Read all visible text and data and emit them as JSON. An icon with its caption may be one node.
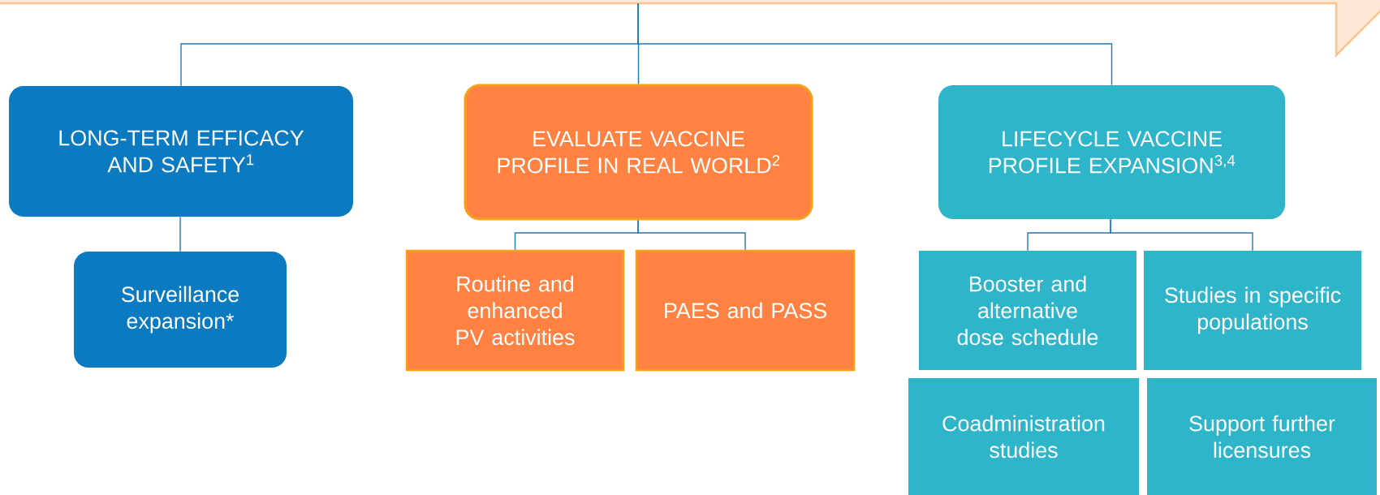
{
  "diagram": {
    "nodes": [
      {
        "text": [],
        "shape": "arrow"
      },
      {
        "text": [
          "LONG-TERM EFFICACY AND SAFETY$^{1}$"
        ]
      },
      {
        "text": [
          "EVALUATE VACCINE PROFILE IN REAL WORLD$^{2}$"
        ]
      },
      {
        "text": [
          "LIFECYCLE VACCINE PROFILE EXPANSION$^{3,4}$"
        ]
      },
      {
        "text": [
          "Surveillance expansion*"
        ]
      },
      {
        "text": [
          "Routine and enhanced PV activities"
        ]
      },
      {
        "text": [
          "PAES and PASS"
        ]
      },
      {
        "text": [
          "Booster and alternative dose schedule"
        ]
      },
      {
        "text": [
          "Studies in specific populations"
        ]
      },
      {
        "text": [
          "Coadministration studies"
        ]
      },
      {
        "text": [
          "Support further licensures"
        ]
      }
    ],
    "edges": [
      {
        "from": 0,
        "to": 1,
        "arrow": "none"
      },
      {
        "from": 0,
        "to": 2,
        "arrow": "none"
      },
      {
        "from": 0,
        "to": 3,
        "arrow": "none"
      },
      {
        "from": 1,
        "to": 4,
        "arrow": "none"
      },
      {
        "from": 2,
        "to": 5,
        "arrow": "none"
      },
      {
        "from": 2,
        "to": 6,
        "arrow": "none"
      },
      {
        "from": 3,
        "to": 7,
        "arrow": "none"
      },
      {
        "from": 3,
        "to": 8,
        "arrow": "none"
      }
    ]
  }
}
